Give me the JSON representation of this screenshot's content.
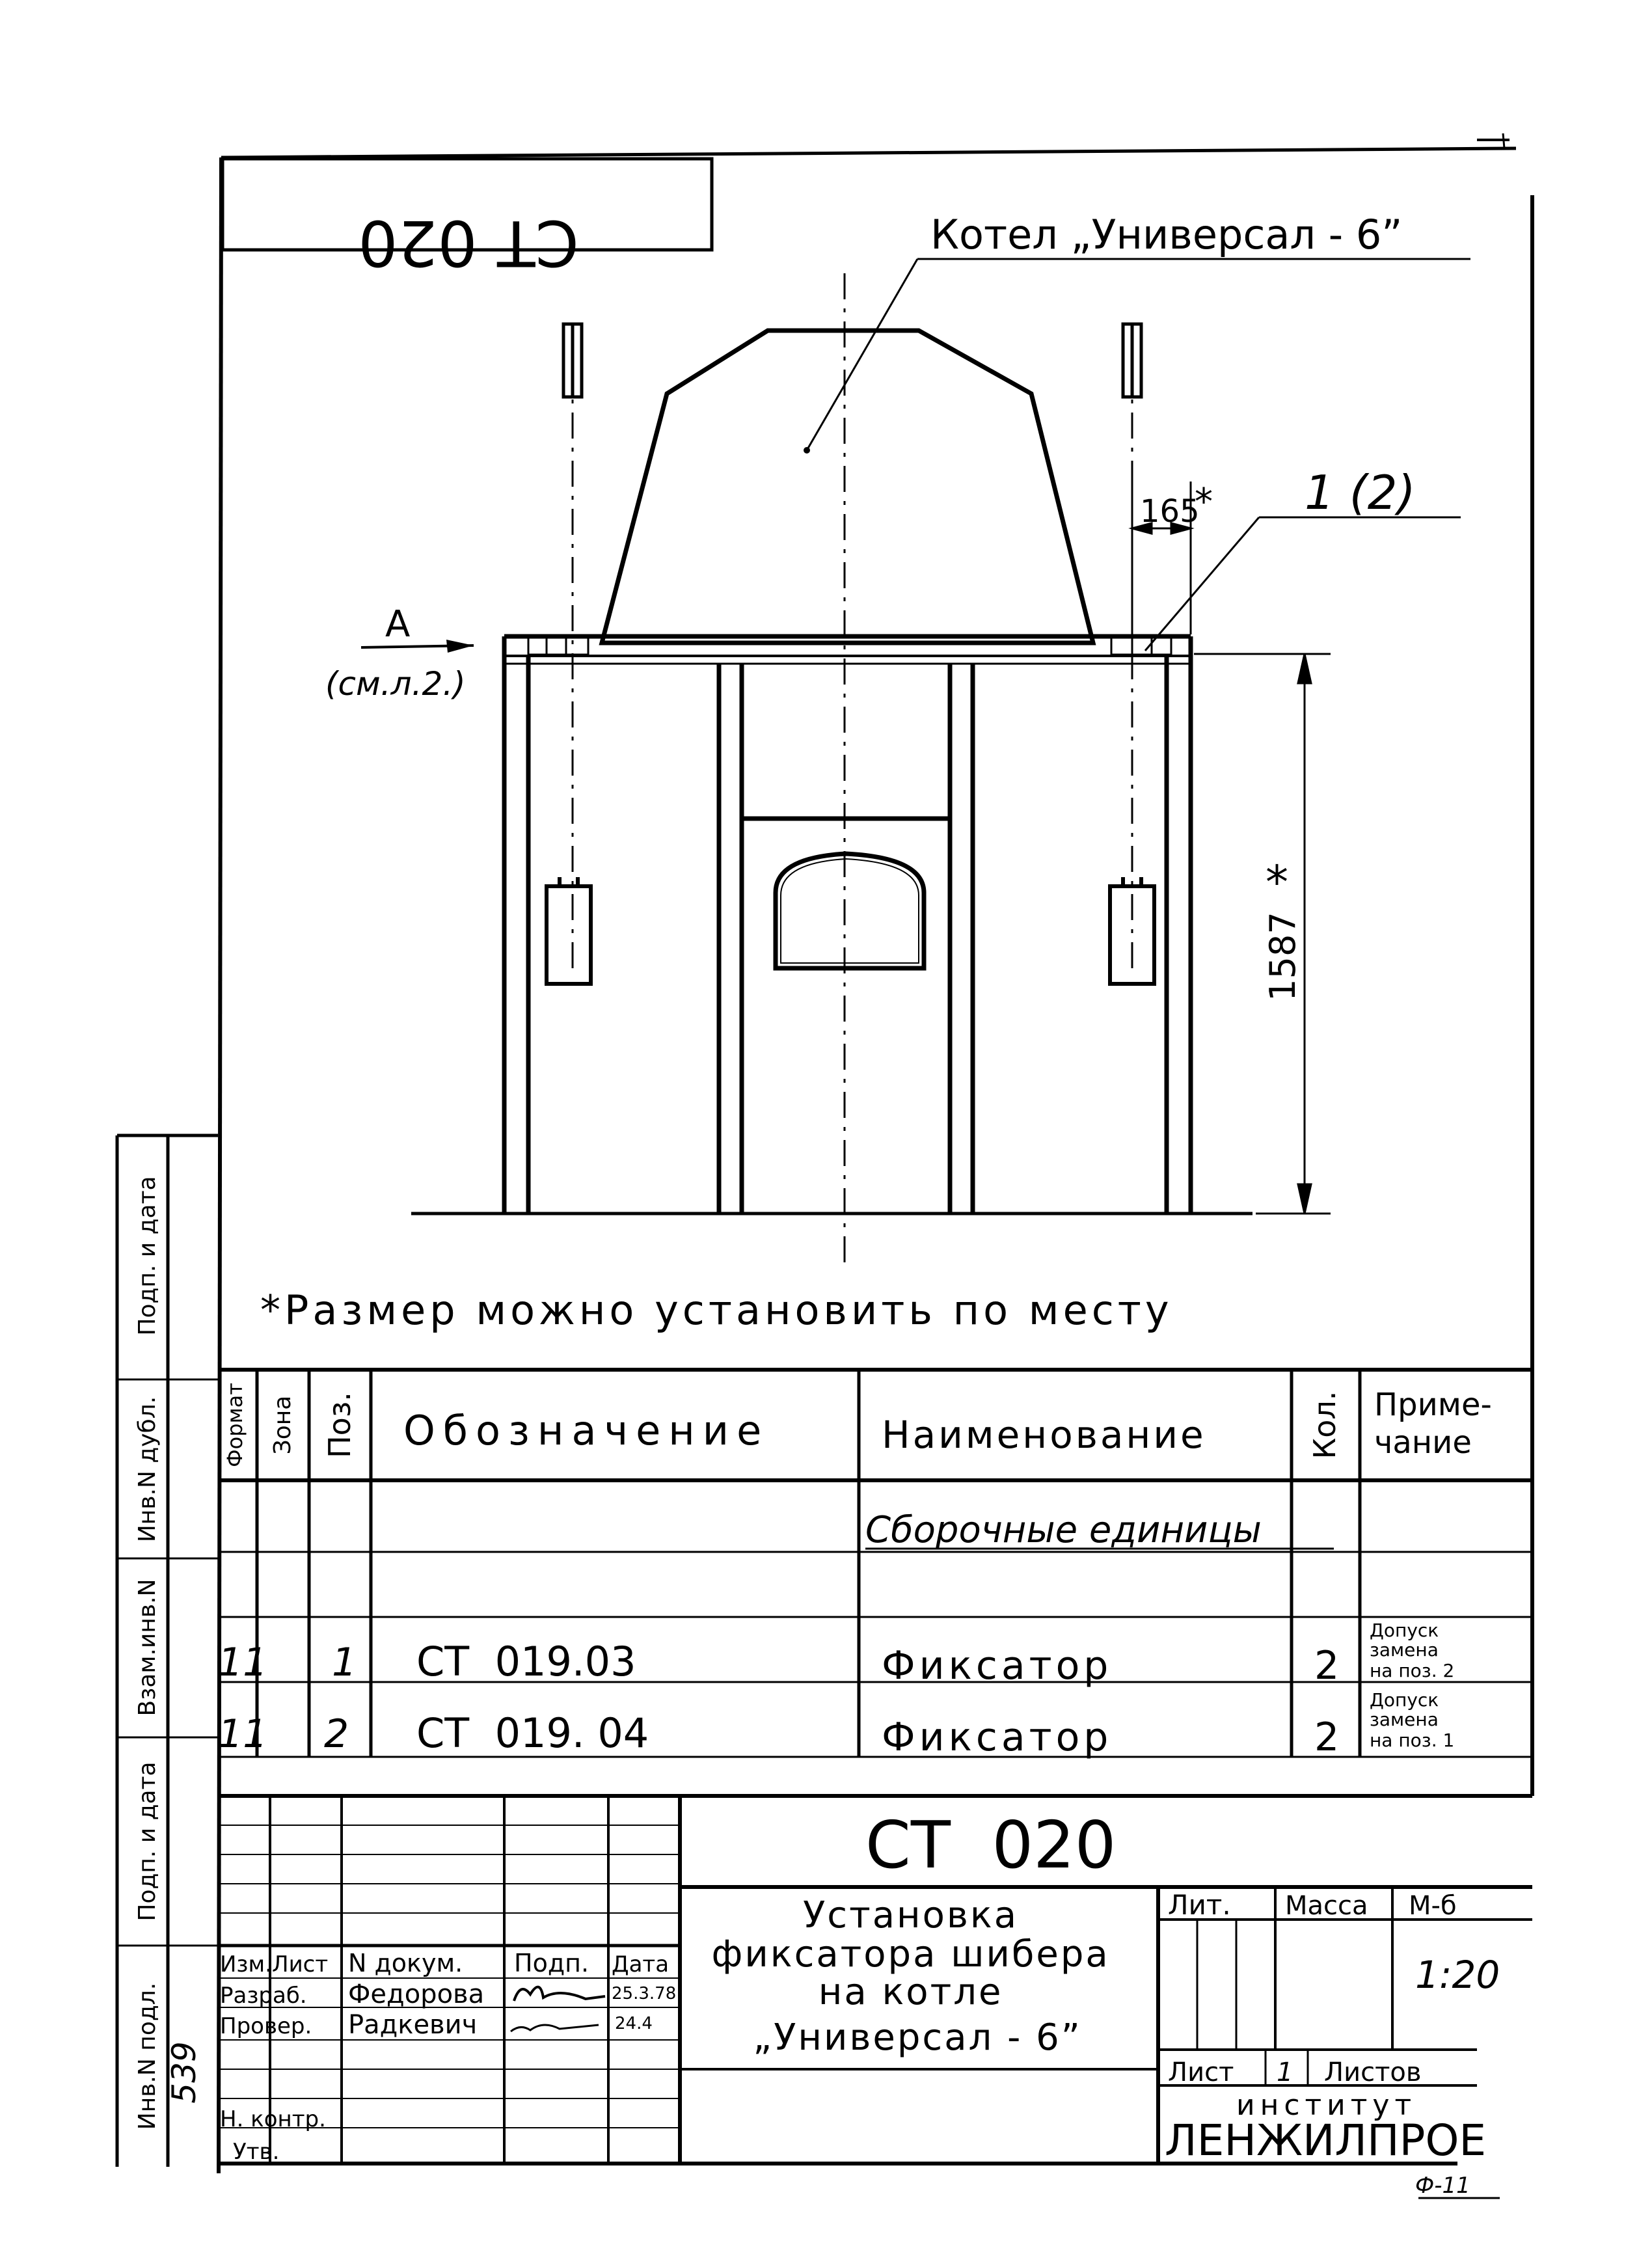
{
  "stamp": {
    "code_rotated": "CT 020"
  },
  "drawing": {
    "boiler_label": "Котел „Универсал - 6”",
    "pos_label": "1 (2)",
    "dim_top": "165",
    "dim_side": "1587",
    "asterisk": "*",
    "view_letter": "A",
    "view_ref": "(см.л.2.)",
    "note": "*Размер можно установить по месту"
  },
  "spec_table": {
    "headers": {
      "format": "Формат",
      "zone": "Зона",
      "pos": "Поз.",
      "designation": "Обозначение",
      "name": "Наименование",
      "qty": "Кол.",
      "note": "Приме-\nчание"
    },
    "section": "Сборочные единицы",
    "rows": [
      {
        "format": "11",
        "zone": "",
        "pos": "1",
        "designation": "CT  019.03",
        "name": "Фиксатор",
        "qty": "2",
        "note": [
          "Допуск",
          "замена",
          "на поз. 2"
        ]
      },
      {
        "format": "11",
        "zone": "",
        "pos": "2",
        "designation": "CT  019. 04",
        "name": "Фиксатор",
        "qty": "2",
        "note": [
          "Допуск",
          "замена",
          "на поз. 1"
        ]
      }
    ]
  },
  "title_block": {
    "code": "CT  020",
    "title": [
      "Установка",
      "фиксатора шибера",
      "на котле",
      "„Универсал - 6”"
    ],
    "col_headers": {
      "izm": "Изм.",
      "list": "Лист",
      "doc": "N докум.",
      "sign": "Подп.",
      "date": "Дата"
    },
    "rows": [
      {
        "role": "Разраб.",
        "name": "Федорова",
        "date": "25.3.78"
      },
      {
        "role": "Провер.",
        "name": "Радкевич",
        "date": "24.4"
      },
      {
        "role": "Н. контр.",
        "name": "",
        "date": ""
      },
      {
        "role": "Утв.",
        "name": "",
        "date": ""
      }
    ],
    "lit": "Лит.",
    "mass": "Масса",
    "scale_label": "М-б",
    "scale": "1:20",
    "sheet": "Лист",
    "sheet_no": "1",
    "sheets": "Листов",
    "institute_label": "институт",
    "institute": "ЛЕНЖИЛПРОЕ",
    "form": "Ф-11"
  },
  "side_columns": [
    "Подп. и дата",
    "Инв.N дубл.",
    "Взам.инв.N",
    "Подп. и дата",
    "Инв.N подл."
  ],
  "side_number": "539"
}
